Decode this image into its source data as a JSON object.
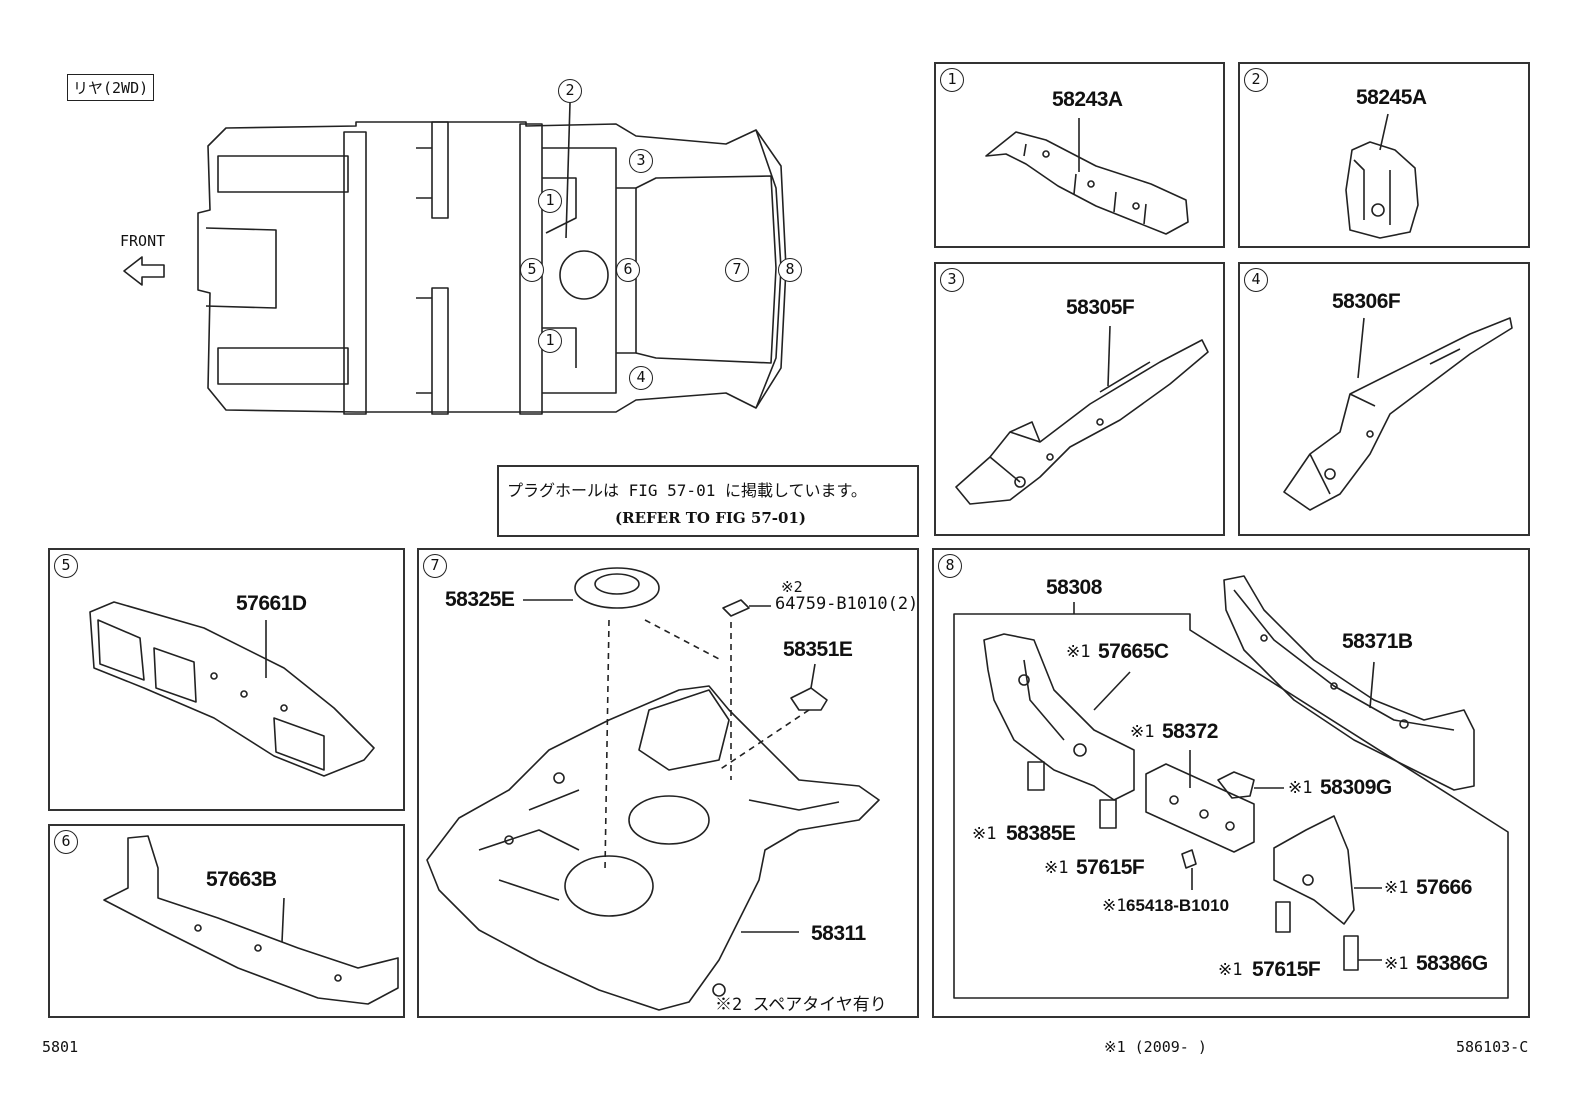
{
  "header": {
    "region_label": "リヤ(2WD)",
    "front_label": "FRONT"
  },
  "overview": {
    "callouts": [
      "1",
      "2",
      "3",
      "4",
      "5",
      "6",
      "7",
      "8"
    ]
  },
  "note": {
    "line1": "プラグホールは FIG 57-01 に掲載しています。",
    "line2": "(REFER TO FIG 57-01)"
  },
  "panels": [
    {
      "num": "1",
      "parts": [
        "58243A"
      ]
    },
    {
      "num": "2",
      "parts": [
        "58245A"
      ]
    },
    {
      "num": "3",
      "parts": [
        "58305F"
      ]
    },
    {
      "num": "4",
      "parts": [
        "58306F"
      ]
    },
    {
      "num": "5",
      "parts": [
        "57661D"
      ]
    },
    {
      "num": "6",
      "parts": [
        "57663B"
      ]
    },
    {
      "num": "7",
      "parts": [
        "58325E",
        "64759-B1010(2)",
        "58351E",
        "58311"
      ],
      "mark2": "※2",
      "footnote": "※2 スペアタイヤ有り"
    },
    {
      "num": "8",
      "parts": [
        "58308",
        "57665C",
        "58372",
        "58309G",
        "58385E",
        "57615F",
        "65418-B1010",
        "57666",
        "57615F",
        "58386G",
        "58371B"
      ],
      "mark1": "※1"
    }
  ],
  "footer": {
    "left": "5801",
    "center": "※1 (2009-     )",
    "right": "586103-C"
  }
}
